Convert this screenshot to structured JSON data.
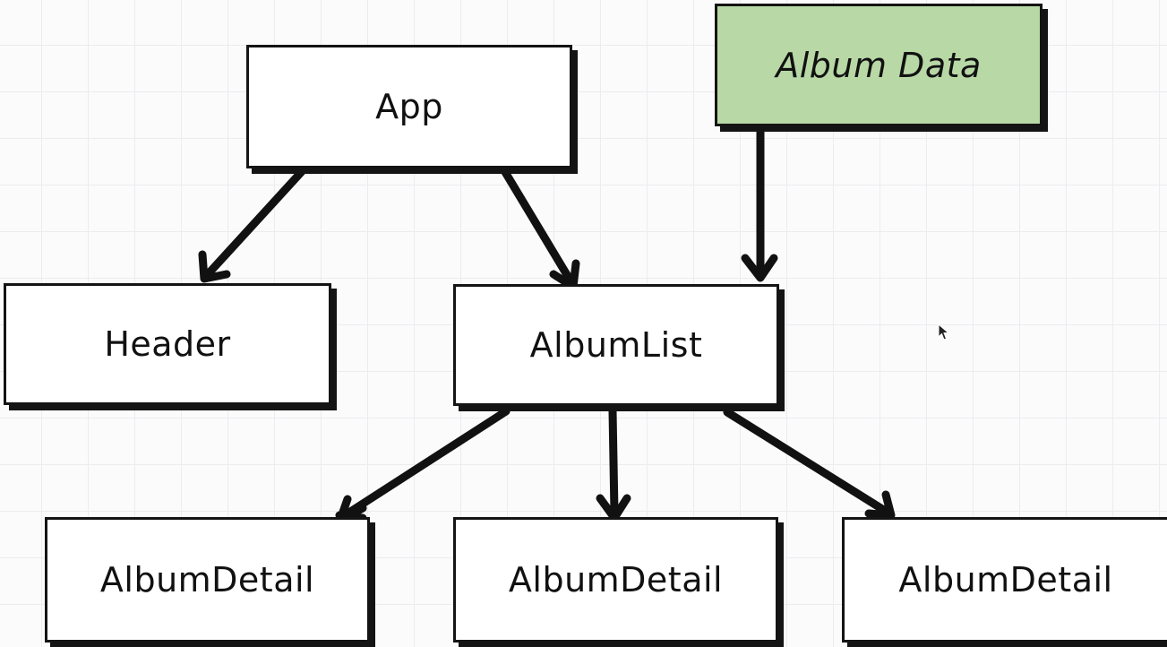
{
  "nodes": {
    "app": "App",
    "album_data": "Album Data",
    "header": "Header",
    "album_list": "AlbumList",
    "album_details": [
      "AlbumDetail",
      "AlbumDetail",
      "AlbumDetail"
    ]
  },
  "edges": [
    {
      "from": "App",
      "to": "Header"
    },
    {
      "from": "App",
      "to": "AlbumList"
    },
    {
      "from": "Album Data",
      "to": "AlbumList"
    },
    {
      "from": "AlbumList",
      "to": "AlbumDetail (1)"
    },
    {
      "from": "AlbumList",
      "to": "AlbumDetail (2)"
    },
    {
      "from": "AlbumList",
      "to": "AlbumDetail (3)"
    }
  ],
  "colors": {
    "background": "#fbfbfc",
    "grid": "#ececef",
    "ink": "#141414",
    "box_fill": "#ffffff",
    "data_fill": "#b8d8a6"
  },
  "icons": {
    "cursor": "mouse-pointer-icon"
  }
}
